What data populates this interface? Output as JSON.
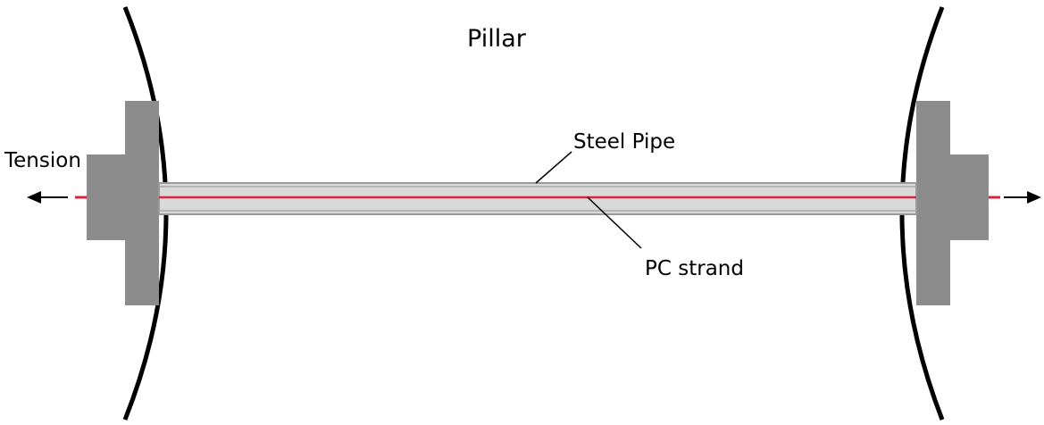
{
  "labels": {
    "pillar": "Pillar",
    "tension": "Tension",
    "steel_pipe": "Steel Pipe",
    "pc_strand": "PC strand"
  },
  "colors": {
    "plate": "#8c8c8c",
    "plate_stroke": "#6e6e6e",
    "pipe_fill": "#d9d9d9",
    "pipe_stroke": "#9a9a9a",
    "strand": "#d9243f",
    "pillar_edge": "#000000",
    "arrow": "#000000"
  }
}
